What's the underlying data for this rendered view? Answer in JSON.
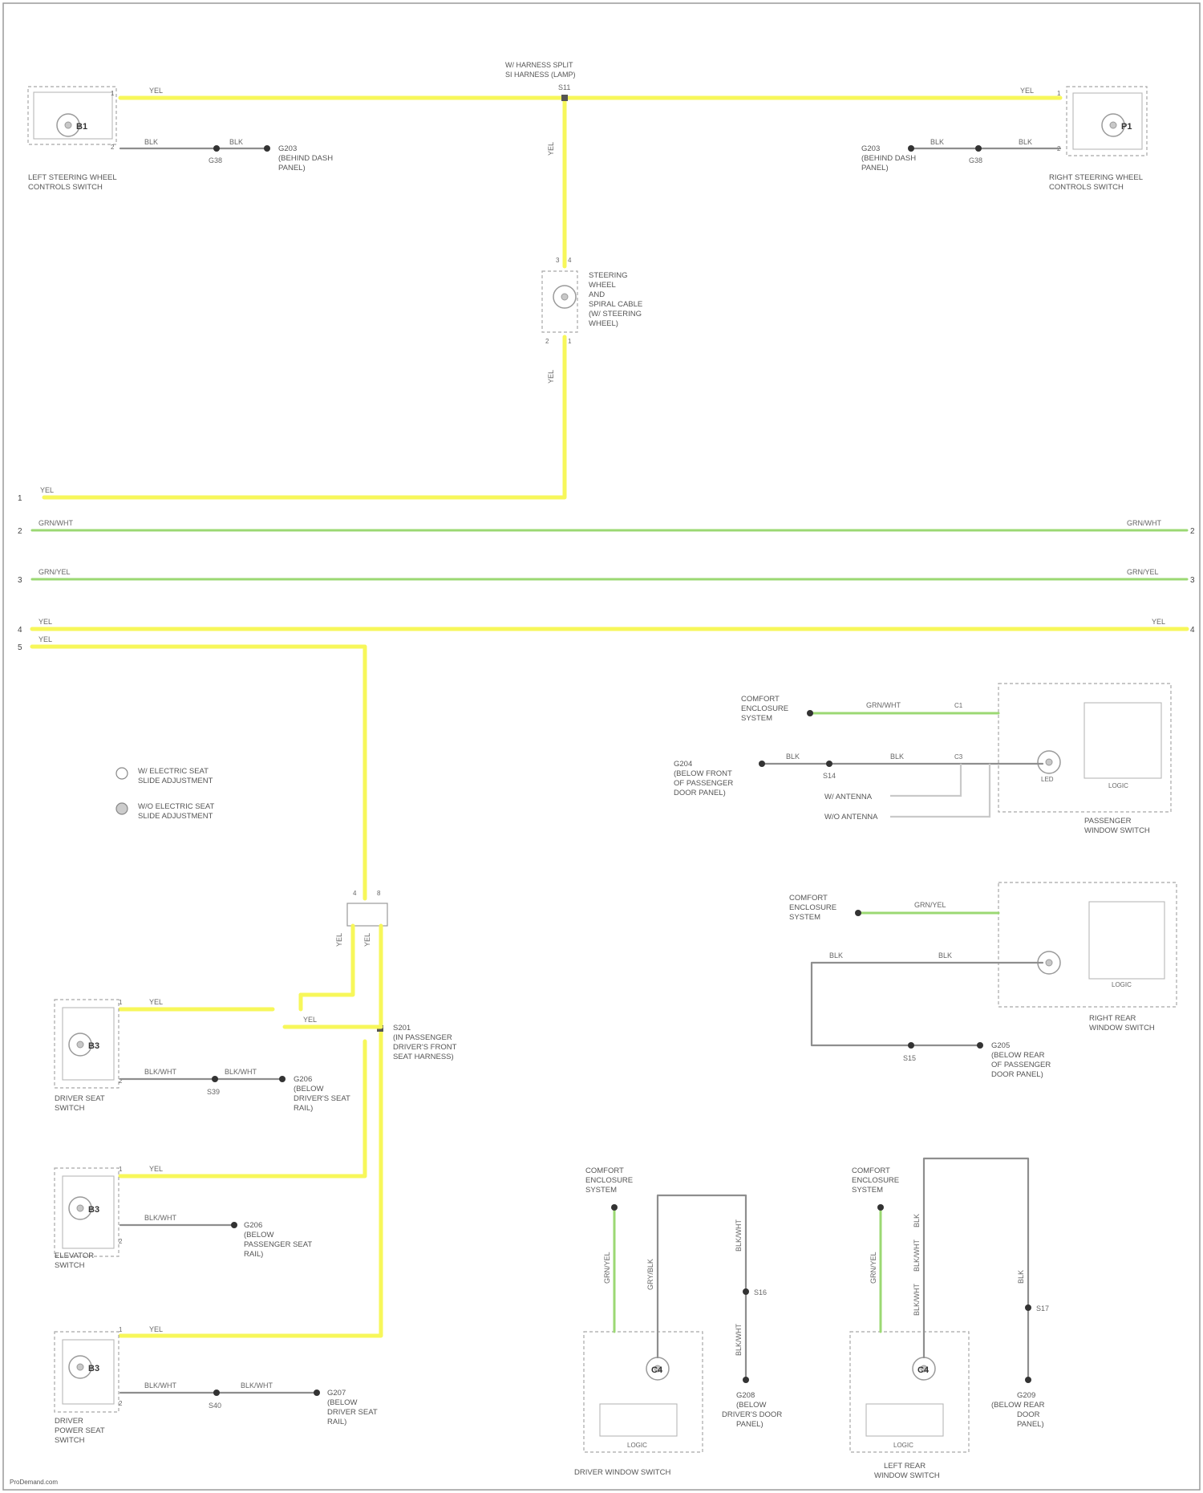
{
  "diagram": {
    "top_connector": {
      "label_line1": "W/ HARNESS SPLIT",
      "label_line2": "SI HARNESS (LAMP)",
      "splice": "S11"
    },
    "left_steering_switch": {
      "name_line1": "LEFT STEERING WHEEL",
      "name_line2": "CONTROLS SWITCH",
      "code": "B1",
      "pin1": "1",
      "pin2": "2",
      "wire_top": "YEL",
      "wire_bottom": "BLK",
      "splice_wire": "BLK",
      "ground": "G38",
      "ground_line1": "G203",
      "ground_line2": "(BEHIND DASH",
      "ground_line3": "PANEL)"
    },
    "right_steering_switch": {
      "name_line1": "RIGHT STEERING WHEEL",
      "name_line2": "CONTROLS SWITCH",
      "code": "P1",
      "pin1": "1",
      "pin2": "2",
      "wire_top": "YEL",
      "wire_bottom": "BLK",
      "splice_wire": "BLK",
      "ground": "G38",
      "ground_line1": "G203",
      "ground_line2": "(BEHIND DASH",
      "ground_line3": "PANEL)"
    },
    "clockspring": {
      "line1": "STEERING",
      "line2": "WHEEL",
      "line3": "AND",
      "line4": "SPIRAL CABLE",
      "line5": "(W/ STEERING",
      "line6": "WHEEL)",
      "pin_top1": "3",
      "pin_top2": "4",
      "pin_bot1": "2",
      "pin_bot2": "1",
      "wire_upper": "YEL",
      "wire_lower": "YEL"
    },
    "bus_lines": [
      {
        "num": "1",
        "label": "YEL",
        "right": ""
      },
      {
        "num": "2",
        "label": "GRN/WHT",
        "right": "GRN/WHT"
      },
      {
        "num": "3",
        "label": "GRN/YEL",
        "right": "GRN/YEL"
      },
      {
        "num": "4",
        "label": "YEL",
        "right": "YEL"
      },
      {
        "num": "5",
        "label": "YEL",
        "right": ""
      }
    ],
    "legend": [
      {
        "text1": "W/ ELECTRIC SEAT",
        "text2": "SLIDE ADJUSTMENT"
      },
      {
        "text1": "W/O ELECTRIC SEAT",
        "text2": "SLIDE ADJUSTMENT"
      }
    ],
    "passenger_window": {
      "name_line1": "PASSENGER",
      "name_line2": "WINDOW SWITCH",
      "control_line1": "COMFORT",
      "control_line2": "ENCLOSURE",
      "control_line3": "SYSTEM",
      "wire_green": "GRN/WHT",
      "pin_green": "C1",
      "ground_line1": "G204",
      "ground_line2": "(BELOW FRONT",
      "ground_line3": "OF PASSENGER",
      "ground_line4": "DOOR PANEL)",
      "ground_wire": "BLK",
      "splice": "S14",
      "wire_blk": "BLK",
      "pin_blk": "C3",
      "illum": "LED",
      "label_a": "W/ ANTENNA",
      "label_b": "W/O ANTENNA",
      "inner": "LOGIC"
    },
    "rear_right_window": {
      "name_line1": "RIGHT REAR",
      "name_line2": "WINDOW SWITCH",
      "control_line1": "COMFORT",
      "control_line2": "ENCLOSURE",
      "control_line3": "SYSTEM",
      "wire_green": "GRN/YEL",
      "wire_blk_a": "BLK",
      "splice": "S15",
      "wire_blk_b": "BLK",
      "inner": "LOGIC",
      "ground_line1": "G205",
      "ground_line2": "(BELOW REAR",
      "ground_line3": "OF PASSENGER",
      "ground_line4": "DOOR PANEL)"
    },
    "driver_window_connector": {
      "pin_a": "4",
      "pin_b": "8",
      "wire_a": "YEL",
      "wire_b": "YEL",
      "splice_line1": "S201",
      "splice_line2": "(IN PASSENGER",
      "splice_line3": "DRIVER'S FRONT",
      "splice_line4": "SEAT HARNESS)"
    },
    "seat_switch_1": {
      "name_line1": "DRIVER SEAT",
      "name_line2": "SWITCH",
      "code": "B3",
      "pin1": "1",
      "pin2": "2",
      "wire_top": "YEL",
      "wire_bottom": "BLK/WHT",
      "splice": "S39",
      "ground_line1": "G206",
      "ground_line2": "(BELOW",
      "ground_line3": "DRIVER'S SEAT",
      "ground_line4": "RAIL)"
    },
    "seat_switch_2": {
      "name_line1": "ELEVATOR",
      "name_line2": "SWITCH",
      "code": "B3",
      "pin1": "1",
      "pin2": "2",
      "wire_top": "YEL",
      "wire_bottom": "BLK/WHT",
      "ground_line1": "G206",
      "ground_line2": "(BELOW",
      "ground_line3": "PASSENGER SEAT",
      "ground_line4": "RAIL)"
    },
    "seat_switch_3": {
      "name_line1": "DRIVER",
      "name_line2": "POWER SEAT",
      "name_line3": "SWITCH",
      "code": "B3",
      "pin1": "1",
      "pin2": "2",
      "wire_top": "YEL",
      "wire_bottom": "BLK/WHT",
      "splice_label": "S40",
      "ground_line1": "G207",
      "ground_line2": "(BELOW",
      "ground_line3": "DRIVER SEAT",
      "ground_line4": "RAIL)"
    },
    "driver_window_switch": {
      "name_line1": "DRIVER WINDOW SWITCH",
      "control_line1": "COMFORT",
      "control_line2": "ENCLOSURE",
      "control_line3": "SYSTEM",
      "wire_green": "GRN/YEL",
      "wire_gray1": "GRY/BLK",
      "wire_gray2": "BLK/WHT",
      "wire_gray3": "BLK/WHT",
      "splice": "S16",
      "code": "C4",
      "inner": "LOGIC",
      "ground_line1": "G208",
      "ground_line2": "(BELOW",
      "ground_line3": "DRIVER'S DOOR",
      "ground_line4": "PANEL)"
    },
    "rear_left_window_switch": {
      "name_line1": "LEFT REAR",
      "name_line2": "WINDOW SWITCH",
      "control_line1": "COMFORT",
      "control_line2": "ENCLOSURE",
      "control_line3": "SYSTEM",
      "wire_green": "GRN/YEL",
      "wire_gray1": "BLK",
      "wire_gray2": "BLK/WHT",
      "wire_gray3": "BLK",
      "splice": "S17",
      "code": "C4",
      "inner": "LOGIC",
      "ground_line1": "G209",
      "ground_line2": "(BELOW REAR",
      "ground_line3": "DOOR",
      "ground_line4": "PANEL)"
    },
    "footer": "ProDemand.com"
  }
}
